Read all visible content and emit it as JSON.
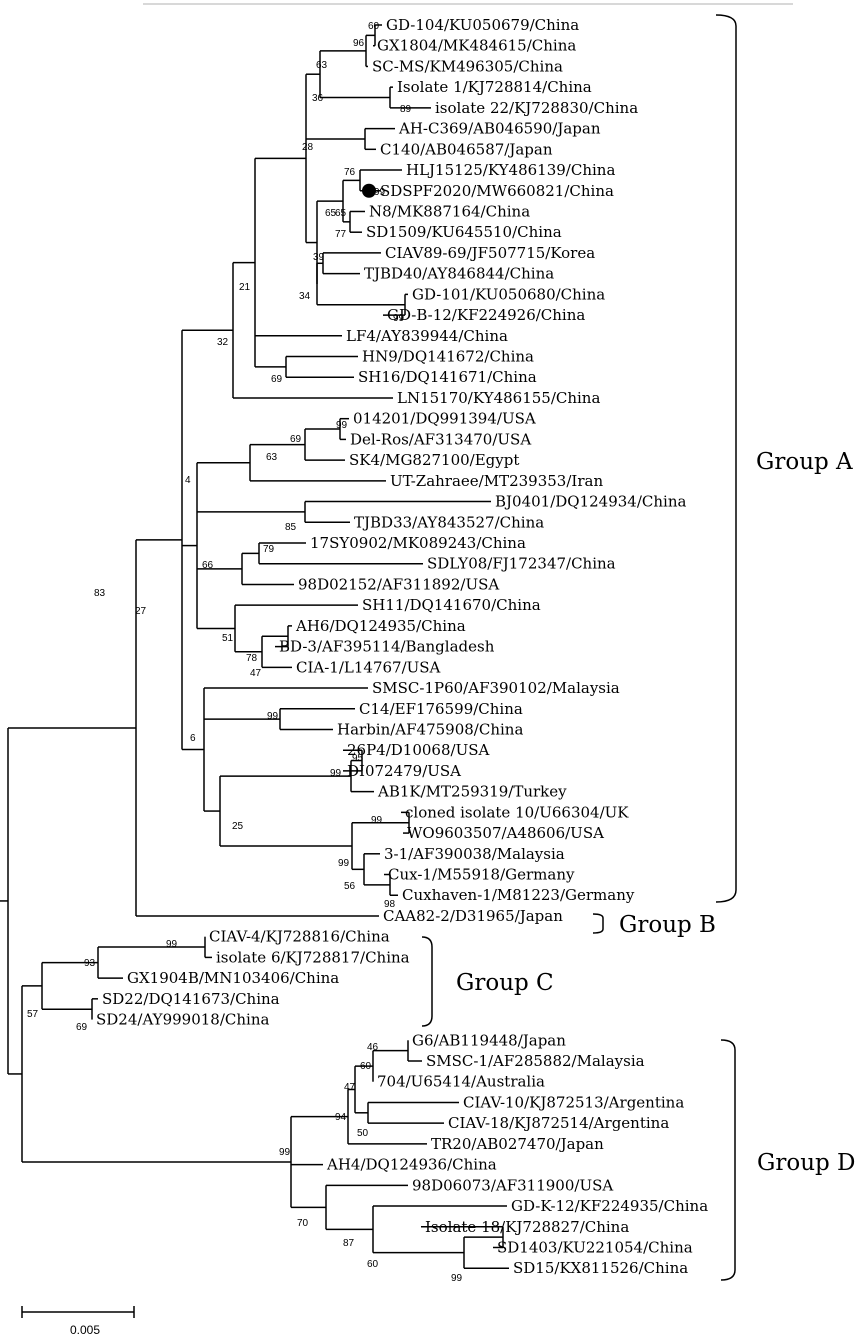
{
  "tree": {
    "scale_label": "0.005",
    "marker": "filled-circle",
    "colors": {
      "line": "#000000",
      "top_rule": "#d8d8d8"
    },
    "leaves": [
      "GD-104/KU050679/China",
      "GX1804/MK484615/China",
      "SC-MS/KM496305/China",
      "Isolate 1/KJ728814/China",
      "isolate 22/KJ728830/China",
      "AH-C369/AB046590/Japan",
      "C140/AB046587/Japan",
      "HLJ15125/KY486139/China",
      "SDSPF2020/MW660821/China",
      "N8/MK887164/China",
      "SD1509/KU645510/China",
      "CIAV89-69/JF507715/Korea",
      "TJBD40/AY846844/China",
      "GD-101/KU050680/China",
      "GD-B-12/KF224926/China",
      "LF4/AY839944/China",
      "HN9/DQ141672/China",
      "SH16/DQ141671/China",
      "LN15170/KY486155/China",
      "014201/DQ991394/USA",
      "Del-Ros/AF313470/USA",
      "SK4/MG827100/Egypt",
      "UT-Zahraee/MT239353/Iran",
      "BJ0401/DQ124934/China",
      "TJBD33/AY843527/China",
      "17SY0902/MK089243/China",
      "SDLY08/FJ172347/China",
      "98D02152/AF311892/USA",
      "SH11/DQ141670/China",
      "AH6/DQ124935/China",
      "BD-3/AF395114/Bangladesh",
      "CIA-1/L14767/USA",
      "SMSC-1P60/AF390102/Malaysia",
      "C14/EF176599/China",
      "Harbin/AF475908/China",
      "26P4/D10068/USA",
      "DI072479/USA",
      "AB1K/MT259319/Turkey",
      "cloned isolate 10/U66304/UK",
      "WO9603507/A48606/USA",
      "3-1/AF390038/Malaysia",
      "Cux-1/M55918/Germany",
      "Cuxhaven-1/M81223/Germany",
      "CAA82-2/D31965/Japan",
      "CIAV-4/KJ728816/China",
      "isolate 6/KJ728817/China",
      "GX1904B/MN103406/China",
      "SD22/DQ141673/China",
      "SD24/AY999018/China",
      "G6/AB119448/Japan",
      "SMSC-1/AF285882/Malaysia",
      "704/U65414/Australia",
      "CIAV-10/KJ872513/Argentina",
      "CIAV-18/KJ872514/Argentina",
      "TR20/AB027470/Japan",
      "AH4/DQ124936/China",
      "98D06073/AF311900/USA",
      "GD-K-12/KF224935/China",
      "Isolate 18/KJ728827/China",
      "SD1403/KU221054/China",
      "SD15/KX811526/China"
    ],
    "bootstrap": [
      "60",
      "96",
      "63",
      "36",
      "89",
      "28",
      "99",
      "76",
      "65",
      "65",
      "77",
      "39",
      "34",
      "99",
      "21",
      "32",
      "69",
      "99",
      "69",
      "63",
      "4",
      "85",
      "79",
      "66",
      "51",
      "78",
      "47",
      "27",
      "83",
      "99",
      "6",
      "95",
      "99",
      "25",
      "99",
      "99",
      "56",
      "98",
      "99",
      "93",
      "57",
      "69",
      "46",
      "60",
      "47",
      "94",
      "50",
      "99",
      "70",
      "87",
      "60",
      "99"
    ],
    "groups": [
      "Group A",
      "Group B",
      "Group C",
      "Group D"
    ]
  }
}
